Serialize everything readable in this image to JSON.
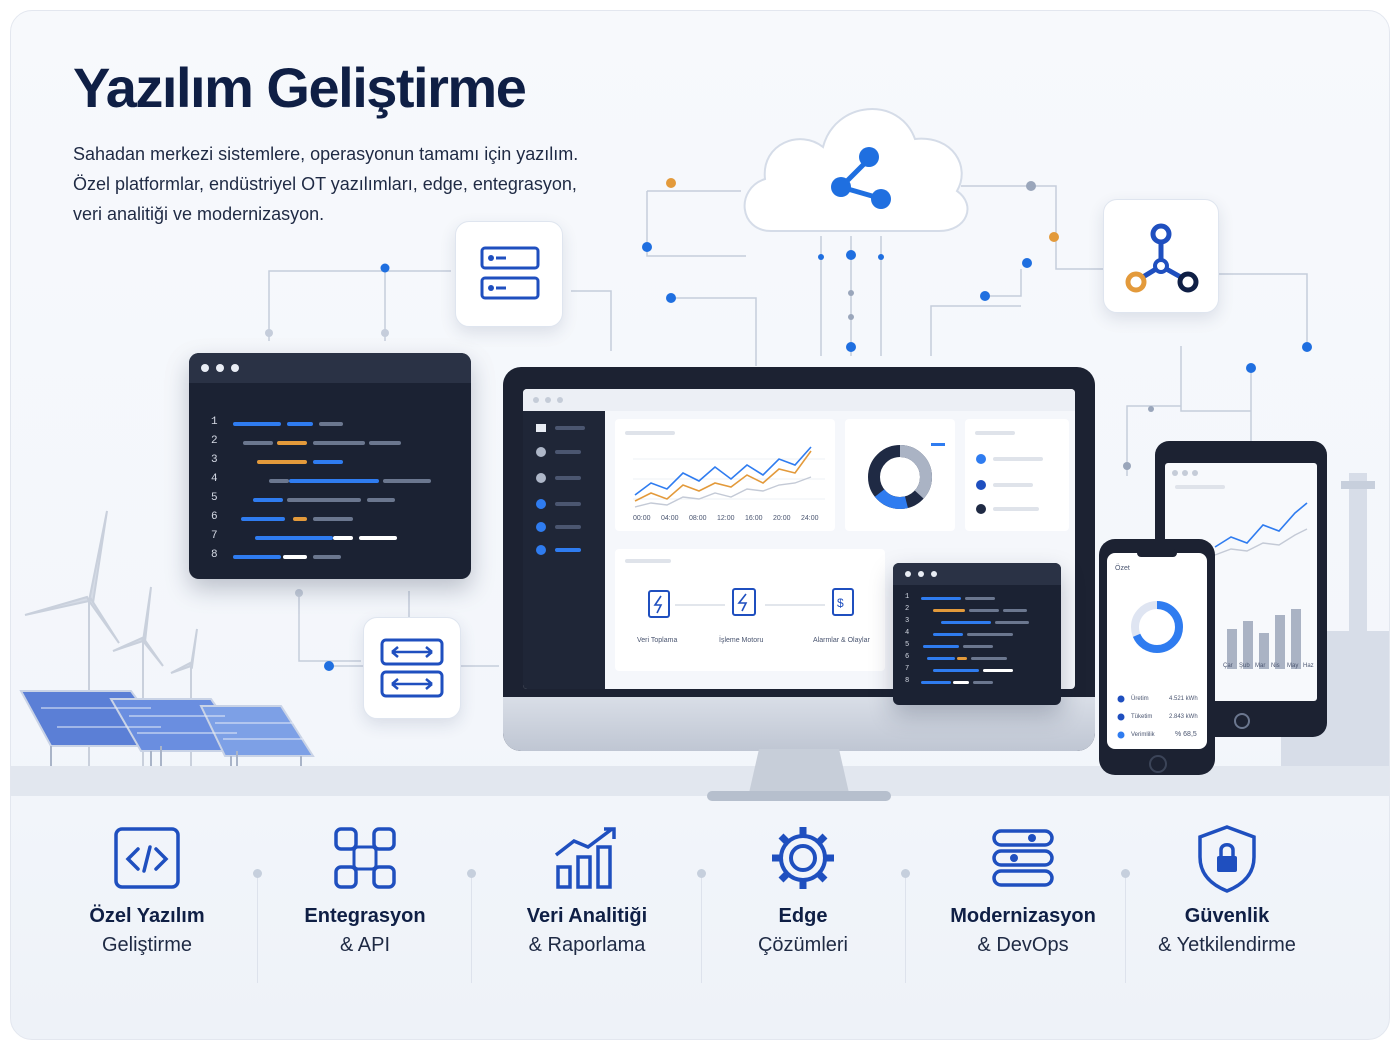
{
  "title": "Yazılım Geliştirme",
  "subtitle_lines": [
    "Sahadan merkezi sistemlere, operasyonun tamamı için yazılım.",
    "Özel platformlar, endüstriyel OT yazılımları, edge, entegrasyon,",
    "veri analitiği ve modernizasyon."
  ],
  "colors": {
    "navy": "#0f1f45",
    "accent_blue": "#1f6fe0",
    "accent_orange": "#e39a3b",
    "dark": "#1b2233"
  },
  "code_window": {
    "line_numbers": [
      "1",
      "2",
      "3",
      "4",
      "5",
      "6",
      "7",
      "8"
    ]
  },
  "dashboard": {
    "chart_ticks": [
      "00:00",
      "04:00",
      "08:00",
      "12:00",
      "16:00",
      "20:00",
      "24:00"
    ],
    "flow_steps": [
      "Veri Toplama",
      "İşleme Motoru",
      "Alarmlar & Olaylar"
    ]
  },
  "mini_code": {
    "line_numbers": [
      "1",
      "2",
      "3",
      "4",
      "5",
      "6",
      "7",
      "8"
    ]
  },
  "phone": {
    "title": "Özet",
    "stats": [
      {
        "label": "Üretim",
        "value": "4.521 kWh"
      },
      {
        "label": "Tüketim",
        "value": "2.843 kWh"
      },
      {
        "label": "Verimlilik",
        "value": "% 68,5"
      }
    ]
  },
  "tablet": {
    "bar_labels": [
      "Çar",
      "Şub",
      "Mar",
      "Nis",
      "May",
      "Haz"
    ]
  },
  "services": [
    {
      "line1": "Özel Yazılım",
      "line2": "Geliştirme",
      "icon": "code-icon"
    },
    {
      "line1": "Entegrasyon",
      "line2": "& API",
      "icon": "integration-icon"
    },
    {
      "line1": "Veri Analitiği",
      "line2": "& Raporlama",
      "icon": "analytics-icon"
    },
    {
      "line1": "Edge",
      "line2": "Çözümleri",
      "icon": "gear-icon"
    },
    {
      "line1": "Modernizasyon",
      "line2": "& DevOps",
      "icon": "sliders-icon"
    },
    {
      "line1": "Güvenlik",
      "line2": "& Yetkilendirme",
      "icon": "shield-lock-icon"
    }
  ]
}
